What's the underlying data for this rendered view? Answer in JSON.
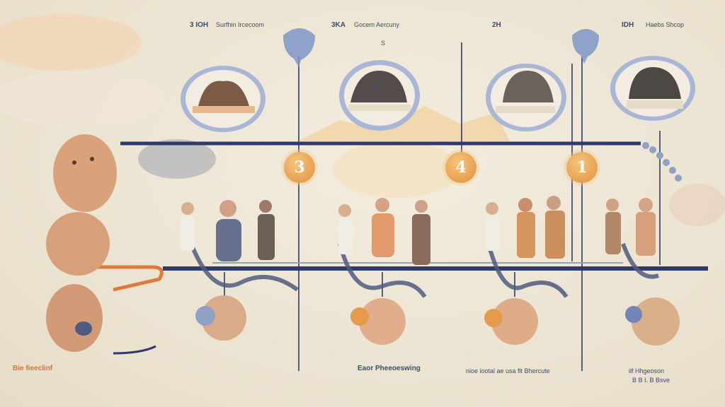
{
  "colors": {
    "navy": "#2e3a6b",
    "orange": "#e59a4c",
    "cream": "#efe9dc",
    "skin": "#d9a27a",
    "blueGray": "#8fa2c4"
  },
  "markers": [
    {
      "label": "3"
    },
    {
      "label": "4"
    },
    {
      "label": "1"
    }
  ],
  "top_captions": [
    {
      "head": "3 IOH",
      "body": "Surfhin  Ircecoom"
    },
    {
      "head": "3KA",
      "body": "Gocem Aercuny"
    },
    {
      "head": "2H",
      "body": ""
    },
    {
      "head": "IDH",
      "body": "Haebs Shcop"
    }
  ],
  "tags": [
    {
      "label": "8"
    },
    {
      "label": "S"
    }
  ],
  "bottom_captions": [
    {
      "text": "Bie fieeclinf"
    },
    {
      "text": "Eaor Pheeoeswing"
    },
    {
      "text": "nioe iootal ae usa flt Bhercute"
    },
    {
      "text": "ilf Hhgeoson"
    },
    {
      "text": "B B I. B Bsve"
    }
  ]
}
